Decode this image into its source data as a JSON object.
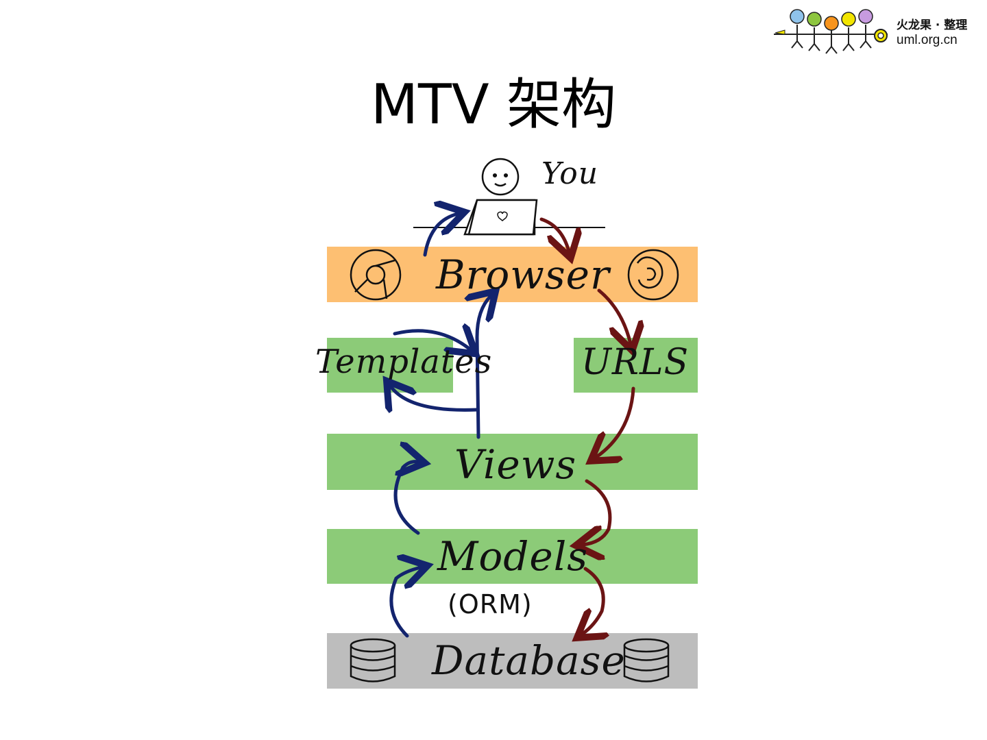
{
  "logo": {
    "org_text": "火龙果 · 整理",
    "url_text": "uml.org.cn",
    "colors": [
      "#8FC3EB",
      "#8DC63F",
      "#F7941D",
      "#F2E500",
      "#C79BE0"
    ]
  },
  "slide": {
    "title": "MTV 架构"
  },
  "diagram": {
    "user_label": "You",
    "layers": {
      "browser": "Browser",
      "templates": "Templates",
      "urls": "URLS",
      "views": "Views",
      "models": "Models",
      "orm": "(ORM)",
      "database": "Database"
    },
    "colors": {
      "browser_band": "#FDBF72",
      "green_band": "#8CCB78",
      "database_band": "#BDBDBD",
      "request_arrow": "#6B1414",
      "response_arrow": "#13246E"
    },
    "icons": [
      "laptop-icon",
      "chrome-icon",
      "firefox-icon",
      "database-icon"
    ]
  }
}
